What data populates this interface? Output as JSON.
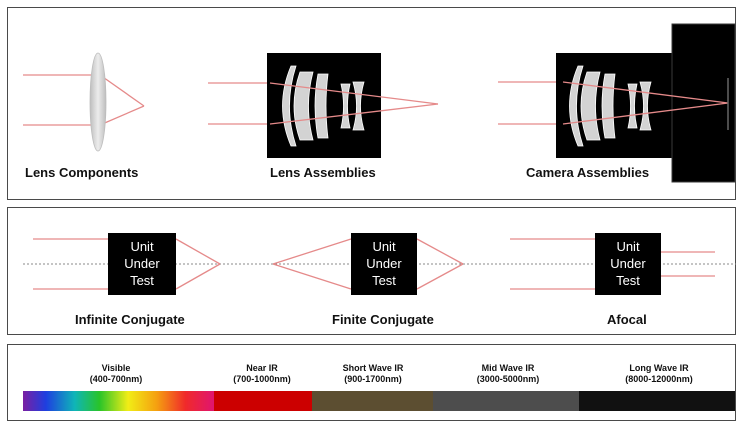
{
  "panel_top": {
    "labels": [
      "Lens Components",
      "Lens Assemblies",
      "Camera Assemblies"
    ]
  },
  "panel_middle": {
    "unit_lines": [
      "Unit",
      "Under",
      "Test"
    ],
    "labels": [
      "Infinite Conjugate",
      "Finite Conjugate",
      "Afocal"
    ]
  },
  "panel_bottom": {
    "bands": [
      {
        "name": "Visible",
        "range": "(400-700nm)"
      },
      {
        "name": "Near IR",
        "range": "(700-1000nm)"
      },
      {
        "name": "Short Wave IR",
        "range": "(900-1700nm)"
      },
      {
        "name": "Mid Wave IR",
        "range": "(3000-5000nm)"
      },
      {
        "name": "Long Wave IR",
        "range": "(8000-12000nm)"
      }
    ],
    "band_colors": [
      "rainbow",
      "#cc0000",
      "#5c4e31",
      "#4d4d4d",
      "#111111"
    ]
  },
  "colors": {
    "ray": "#e58a8a",
    "box": "#000000",
    "lens_fill": "#d7d7d7",
    "axis": "#888888"
  }
}
